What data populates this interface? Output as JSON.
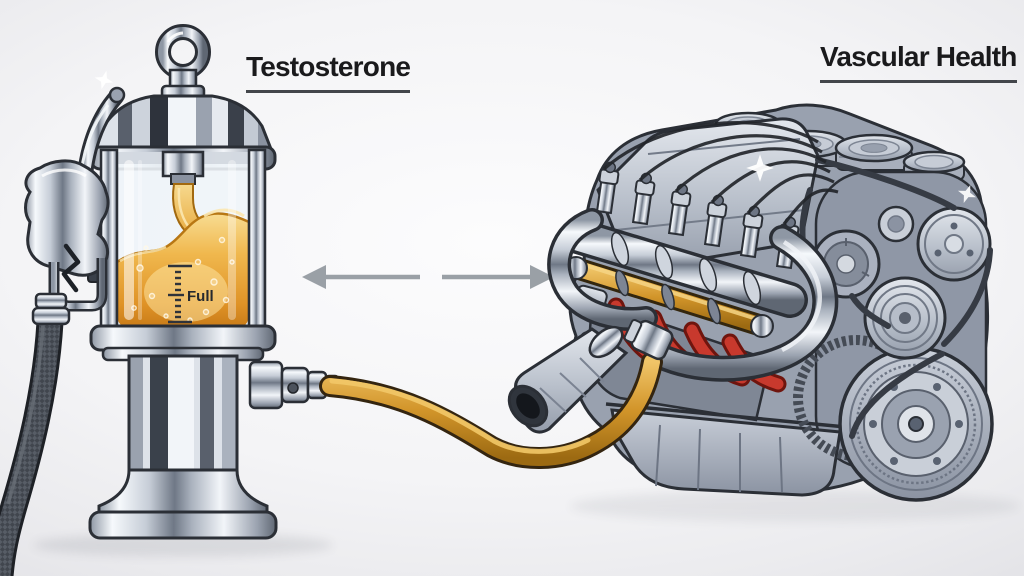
{
  "labels": {
    "left": "Testosterone",
    "right": "Vascular Health"
  },
  "gauge": {
    "full": "Full"
  },
  "arrow": {
    "style": "double-headed, broken in middle",
    "color": "#9aa0a6"
  },
  "scene": {
    "left_object": "chrome fuel dispenser filled with amber fluid, nozzle and dark hose at its side",
    "right_object": "gray cartoon car engine with pulleys, belt, gold fuel rail and red headers",
    "connection": "golden hose from dispenser outlet into engine intake"
  },
  "palette": {
    "background_center": "#fcfcfd",
    "background_edge": "#e3e3e7",
    "outline": "#2b2f36",
    "chrome_light": "#f4f7fa",
    "chrome_mid": "#aab2be",
    "chrome_dark": "#5f6773",
    "amber_fluid": "#eeb64b",
    "gold_hose": "#d2952a",
    "engine_gray": "#a0a8b5",
    "header_red": "#c8392d",
    "label_text": "#1a1a1c",
    "underline": "#43464b"
  }
}
